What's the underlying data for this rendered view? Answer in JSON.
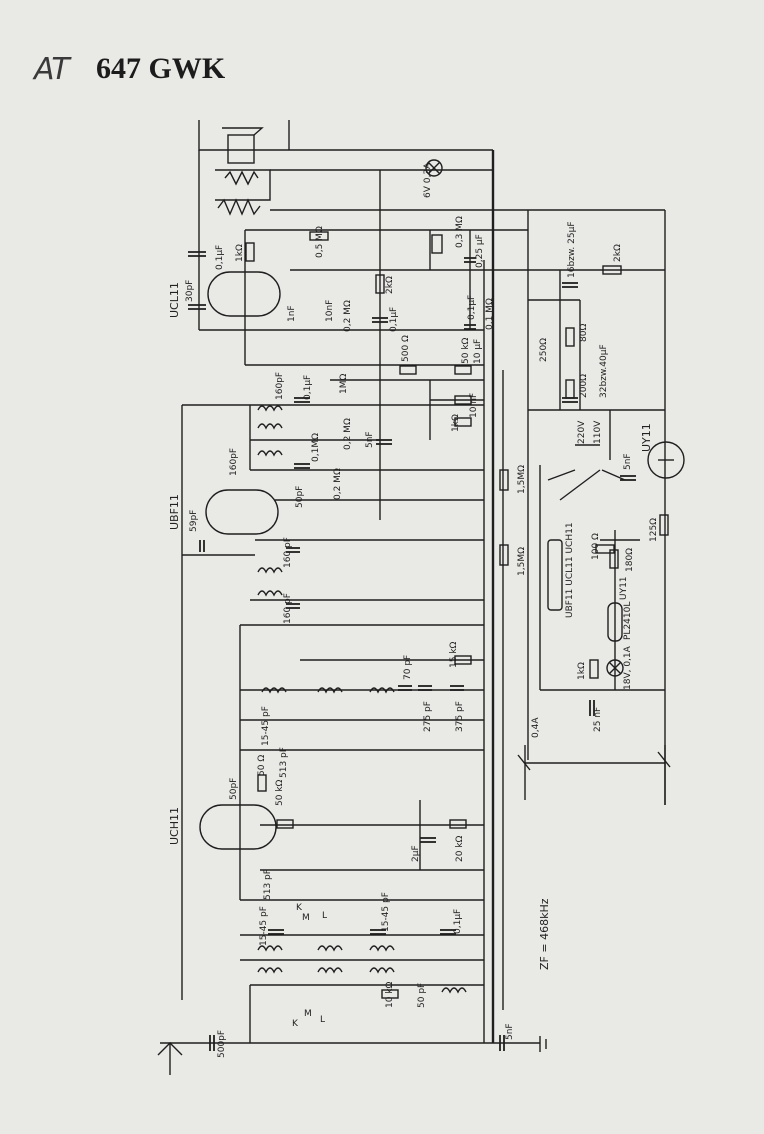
{
  "header": {
    "handwritten": "AT",
    "title": "647 GWK"
  },
  "tubes": [
    "UCL11",
    "UBF11",
    "UCH11",
    "UY11"
  ],
  "labels": {
    "lamp": "6V 0,3A",
    "c_01uF_top": "0,1µF",
    "r_1kohm_top": "1kΩ",
    "r_05MOhm": "0,5 MΩ",
    "r_03MOhm": "0,3 MΩ",
    "c_025uF": "0,25 µF",
    "c_16_25uF": "16bzw. 25µF",
    "r_2kOhm_right": "2kΩ",
    "c_30pF": "30pF",
    "r_2kOhm_mid": "2kΩ",
    "c_1nF": "1nF",
    "c_10nF": "10nF",
    "r_02MOhm": "0,2 MΩ",
    "c_01uF_mid": "0,1µF",
    "c_01uF_2": "0,1µF",
    "r_01MOhm": "0,1 MΩ",
    "r_250ohm": "250Ω",
    "r_80ohm": "80Ω",
    "r_500ohm": "500 Ω",
    "pot_1MOhm": "1MΩ",
    "r_50kOhm": "50 kΩ",
    "c_10uF": "10 µF",
    "c_200ohm": "200Ω",
    "c_32_40uF": "32bzw.40µF",
    "c_160pF_a": "160pF",
    "c_01uF_3": "0,1µF",
    "r_01MOhm_b": "0,1MΩ",
    "r_02MOhm_b": "0,2 MΩ",
    "c_5nF_a": "5nF",
    "c_160pF_b": "160pF",
    "r_1kOhm_b": "1kΩ",
    "c_10nF_b": "10 nF",
    "r_02MOhm_c": "0,2 MΩ",
    "c_50pF_a": "50pF",
    "v220": "220V",
    "v110": "110V",
    "c_5nF_b": "5nF",
    "r_15MOhm_a": "1,5MΩ",
    "c_59pF": "59pF",
    "r_100ohm": "100 Ω",
    "heater_chain": "UBF11 UCL11 UCH11",
    "r_125ohm": "125Ω",
    "r_15MOhm_b": "1,5MΩ",
    "c_160pF_c": "160 pF",
    "c_160pF_d": "160 pF",
    "r_180ohm": "180Ω",
    "uy11_label": "UY11",
    "pl": "PL2410L",
    "r_15kOhm": "15 kΩ",
    "r_1kOhm_c": "1kΩ",
    "lamp2": "18V, 0,1A",
    "c_70pF": "70 pF",
    "c_275pF": "275 pF",
    "c_375pF": "375 pF",
    "c_15_45_a": "15-45 pF",
    "c_25nF": "25 nF",
    "r_04A": "0,4A",
    "r_50ohm": "50 Ω",
    "c_513pF_a": "513 pF",
    "c_50pF_b": "50pF",
    "r_50kOhm_b": "50 kΩ",
    "c_2uF": "2µF",
    "r_20kOhm": "20 kΩ",
    "c_513pF_b": "513 pF",
    "c_15_45_b": "15-45 pF",
    "c_15_45_c": "15-45 pF",
    "c_01uF_4": "0,1µF",
    "zf": "ZF = 468kHz",
    "r_10kOhm": "10 kΩ",
    "c_50pF_c": "50 pF",
    "c_500pF": "500pF",
    "c_5nF_c": "5nF",
    "sw_K1": "K",
    "sw_M1": "M",
    "sw_L1": "L",
    "sw_K2": "K",
    "sw_M2": "M",
    "sw_L2": "L"
  }
}
